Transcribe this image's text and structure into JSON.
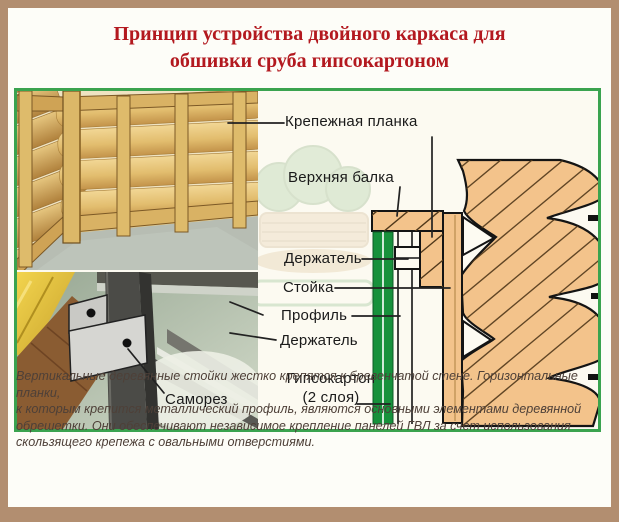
{
  "title": {
    "line1": "Принцип устройства двойного каркаса для",
    "line2": "обшивки сруба гипсокартоном",
    "color": "#b3191f"
  },
  "labels": {
    "krepezhnaya_planka": "Крепежная планка",
    "verhnyaya_balka": "Верхняя балка",
    "derzhatel_top": "Держатель",
    "stoyka": "Стойка",
    "profil": "Профиль",
    "derzhatel_bottom": "Держатель",
    "samorez": "Саморез",
    "gipsokarton_line1": "Гипсокартон",
    "gipsokarton_line2": "(2 слоя)"
  },
  "caption": {
    "lines": [
      "Вертикальные деревянные стойки жестко крепятся к бревенчатой стене. Горизонтальные планки,",
      "к которым крепится металлический профиль, являются основными элементами деревянной",
      "обрешетки. Они обеспечивают независимое крепление панелей ГВЛ за счет использования",
      "скользящего крепежа с овальными отверстиями."
    ]
  },
  "icons": {
    "watermark": "site-logo-watermark"
  },
  "colors": {
    "frame_border": "#b28e70",
    "diagram_border": "#3aa34f",
    "title_red": "#b3191f",
    "caption_brown": "#4e4038",
    "drywall_green": "#17913b",
    "log_wood": "#f3c38b",
    "metal_gray": "#4b4b47",
    "batten_yellow": "#eccb49"
  }
}
